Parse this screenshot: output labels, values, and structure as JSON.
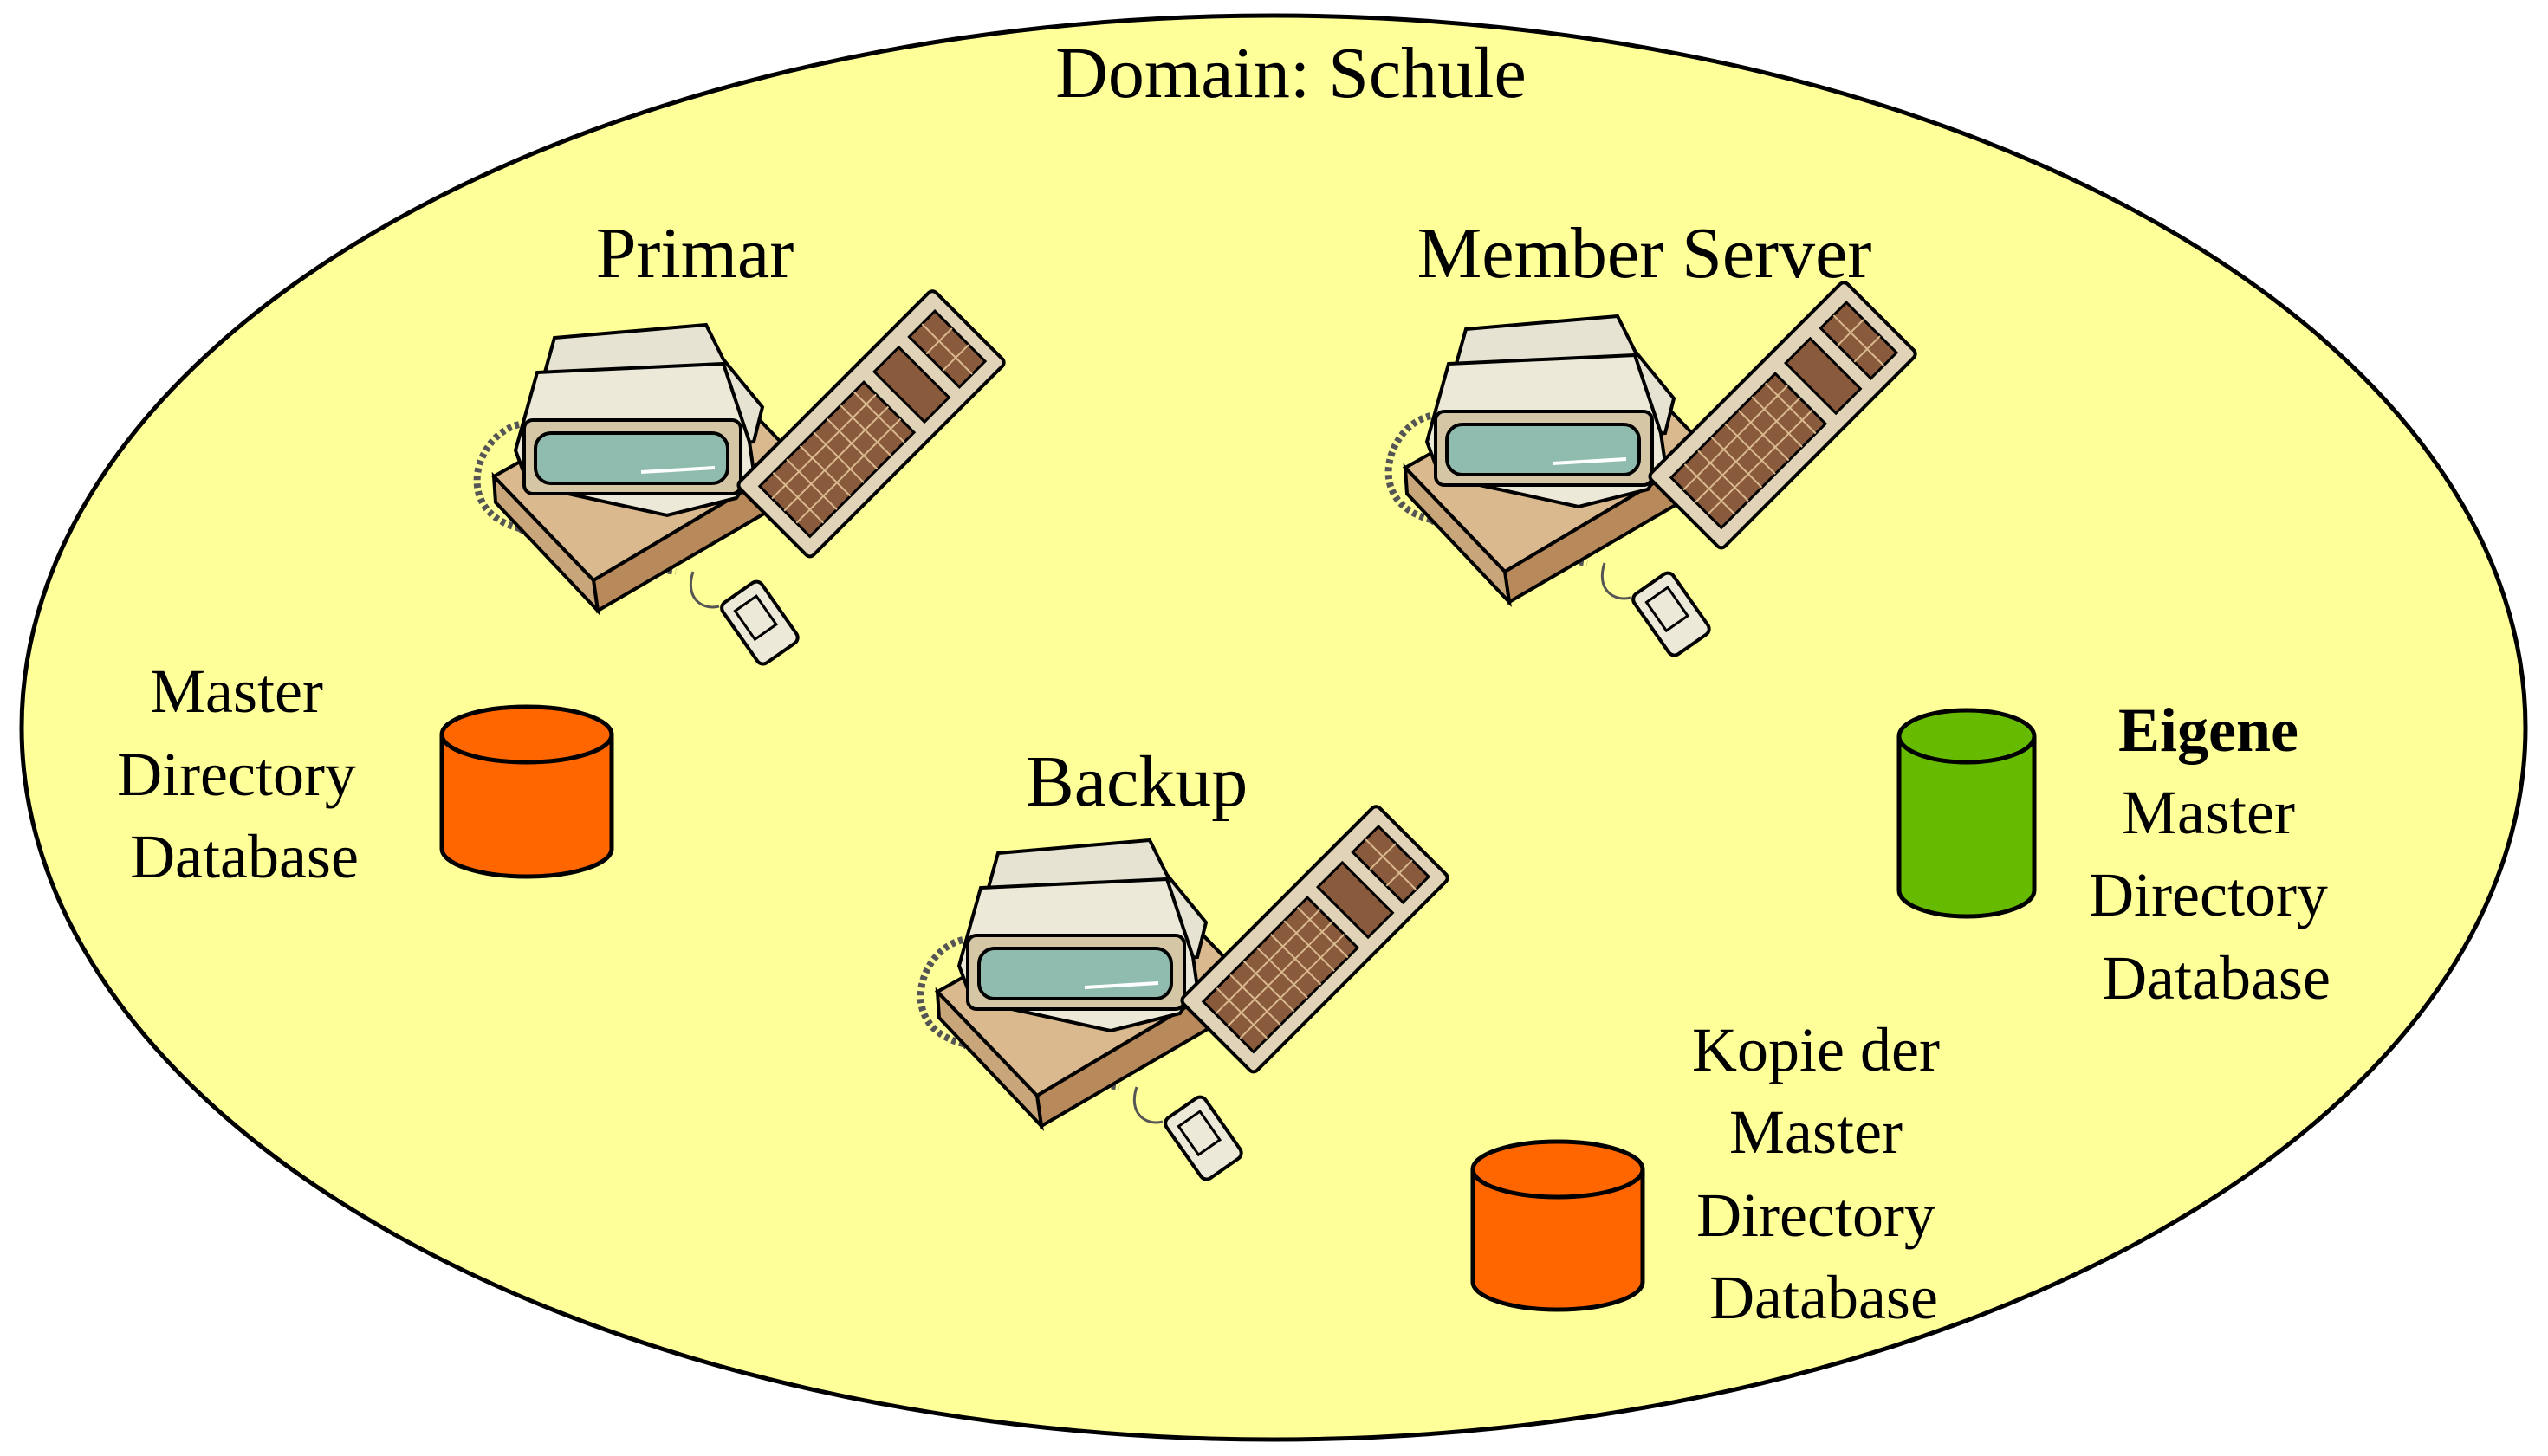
{
  "domain": {
    "label": "Domain: Schule"
  },
  "servers": {
    "primary": {
      "label": "Primar"
    },
    "backup": {
      "label": "Backup"
    },
    "member": {
      "label": "Member Server"
    }
  },
  "databases": {
    "primary": {
      "lines": [
        "Master",
        "Directory",
        "Database"
      ],
      "color": "#ff6600"
    },
    "backup": {
      "lines": [
        "Kopie der",
        "Master",
        "Directory",
        "Database"
      ],
      "color": "#ff6600"
    },
    "member": {
      "bold_line": "Eigene",
      "lines": [
        "Master",
        "Directory",
        "Database"
      ],
      "color": "#66bb00"
    }
  },
  "colors": {
    "domain_fill": "#ffff99",
    "outline": "#000000",
    "monitor_body": "#ece9d8",
    "screen": "#8fbcae",
    "base_front": "#c9a679",
    "key": "#8a5a3c"
  }
}
